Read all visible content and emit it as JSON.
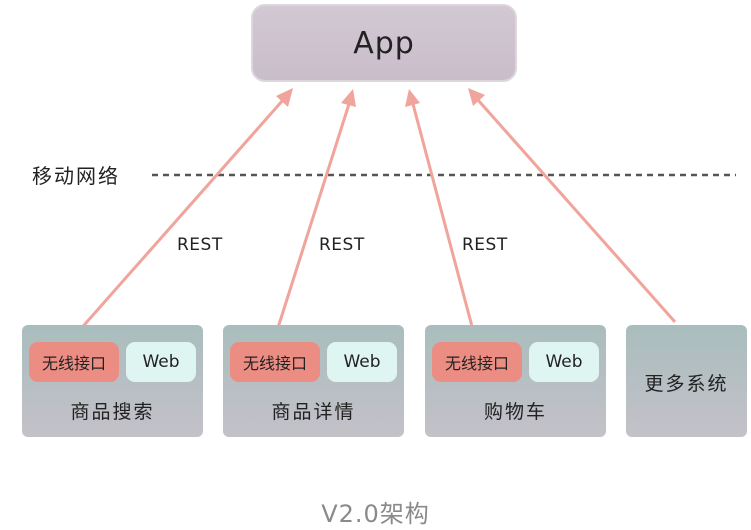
{
  "app": {
    "label": "App"
  },
  "network": {
    "label": "移动网络"
  },
  "rest_labels": [
    "REST",
    "REST",
    "REST"
  ],
  "systems": [
    {
      "wireless": "无线接口",
      "web": "Web",
      "name": "商品搜索"
    },
    {
      "wireless": "无线接口",
      "web": "Web",
      "name": "商品详情"
    },
    {
      "wireless": "无线接口",
      "web": "Web",
      "name": "购物车"
    }
  ],
  "more_system": {
    "name": "更多系统"
  },
  "caption": "V2.0架构",
  "colors": {
    "arrow": "#f0a49b",
    "dashed_line": "#555555",
    "app_box": "#cbbfcc",
    "system_box": "#b2c3c3",
    "wireless": "#ec8d84",
    "web": "#dff5f2",
    "caption": "#8a8a8a"
  }
}
